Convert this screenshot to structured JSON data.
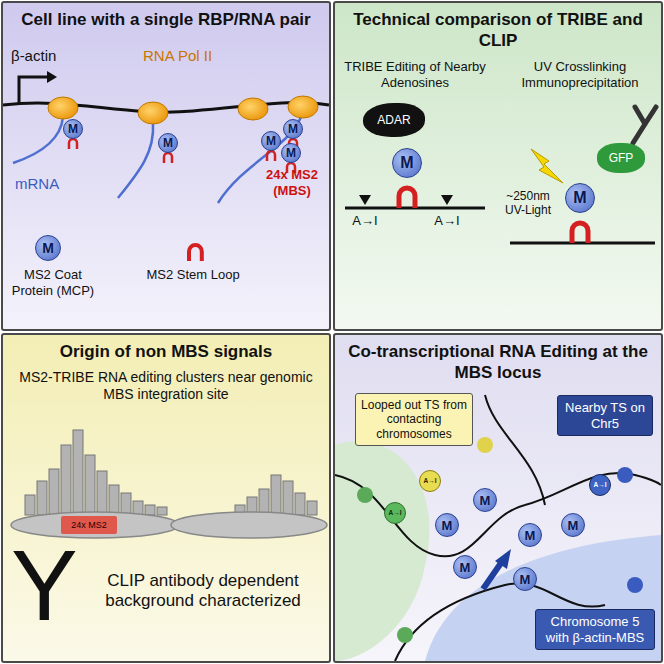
{
  "diagram": {
    "nodes": [
      {
        "text": [
          "Cell line with a single RBP/RNA pair"
        ]
      },
      {
        "text": [
          "M"
        ],
        "in": 0
      },
      {
        "text": [
          "M"
        ],
        "in": 0
      },
      {
        "text": [
          "M"
        ],
        "in": 0
      },
      {
        "text": [
          "M"
        ],
        "in": 0
      },
      {
        "text": [
          "M"
        ],
        "in": 0
      },
      {
        "text": [
          "M"
        ],
        "in": 0
      },
      {
        "text": [
          "Technical comparison of TRIBE and CLIP"
        ]
      },
      {
        "text": [
          "ADAR"
        ],
        "in": 7
      },
      {
        "text": [
          "M"
        ],
        "in": 7
      },
      {
        "text": [
          "GFP"
        ],
        "in": 7
      },
      {
        "text": [
          "M"
        ],
        "in": 7
      },
      {
        "text": [
          "Origin of non MBS signals"
        ]
      },
      {
        "text": [
          "24x MS2"
        ],
        "in": 12
      },
      {
        "text": [
          "Co-transcriptional RNA Editing at the MBS locus"
        ]
      },
      {
        "text": [
          "Looped out TS from contacting chromosomes"
        ],
        "in": 14
      },
      {
        "text": [
          "Nearby TS on Chr5"
        ],
        "in": 14
      },
      {
        "text": [
          "Chromosome 5 with β-actin-MBS"
        ],
        "in": 14
      },
      {
        "text": [
          "M"
        ],
        "in": 14
      },
      {
        "text": [
          "M"
        ],
        "in": 14
      },
      {
        "text": [
          "M"
        ],
        "in": 14
      },
      {
        "text": [
          "M"
        ],
        "in": 14
      },
      {
        "text": [
          "M"
        ],
        "in": 14
      },
      {
        "text": [
          "M"
        ],
        "in": 14
      },
      {
        "text": [
          "A→I"
        ],
        "in": 14
      },
      {
        "text": [
          "A→I"
        ],
        "in": 14
      },
      {
        "text": [
          "A→I"
        ],
        "in": 14
      }
    ],
    "labels": [
      "β-actin",
      "RNA Pol II",
      "mRNA",
      "24x MS2 (MBS)",
      "MS2 Coat Protein (MCP)",
      "MS2 Stem Loop",
      "TRIBE Editing of Nearby Adenosines",
      "UV Crosslinking Immunoprecipitation",
      "~250nm UV-Light",
      "A→I",
      "A→I",
      "MS2-TRIBE RNA editing clusters near genomic MBS integration site",
      "Y",
      "CLIP antibody dependent background characterized"
    ]
  }
}
